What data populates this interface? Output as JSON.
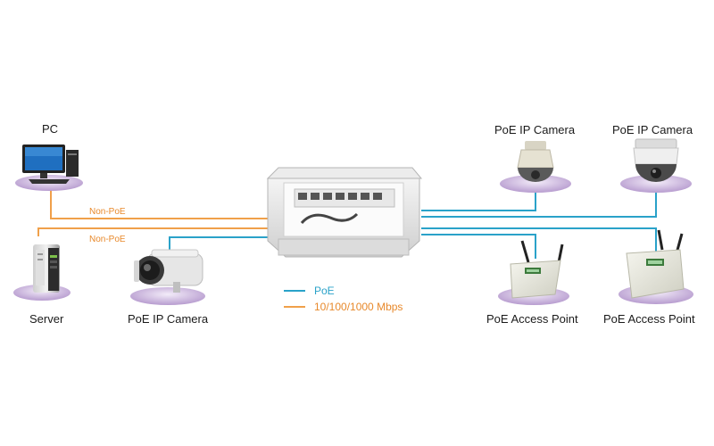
{
  "colors": {
    "poe_line": "#2aa2c9",
    "ethernet_line": "#f0a04a",
    "platform": "#c9b3dd"
  },
  "nodes": {
    "pc": {
      "label": "PC",
      "icon": "desktop-pc-icon"
    },
    "server": {
      "label": "Server",
      "icon": "server-tower-icon"
    },
    "camera_left": {
      "label": "PoE IP Camera",
      "icon": "bullet-camera-icon"
    },
    "camera_top_mid": {
      "label": "PoE IP Camera",
      "icon": "dome-camera-icon"
    },
    "camera_top_right": {
      "label": "PoE IP Camera",
      "icon": "speed-dome-camera-icon"
    },
    "ap_mid": {
      "label": "PoE Access Point",
      "icon": "access-point-icon"
    },
    "ap_right": {
      "label": "PoE Access Point",
      "icon": "access-point-icon"
    },
    "switch": {
      "icon": "poe-switch-enclosure-icon"
    }
  },
  "links": {
    "pc_label": "Non-PoE",
    "server_label": "Non-PoE"
  },
  "legend": {
    "poe": "PoE",
    "ethernet": "10/100/1000 Mbps"
  }
}
